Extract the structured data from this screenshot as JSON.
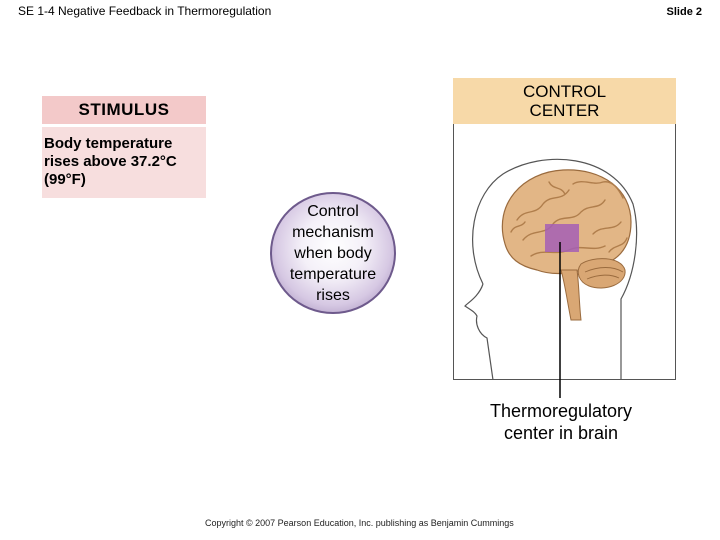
{
  "header": {
    "title": "SE 1-4 Negative Feedback in Thermoregulation",
    "slide": "Slide 2"
  },
  "stimulus": {
    "label": "STIMULUS",
    "description": "Body temperature\nrises above 37.2°C\n(99°F)"
  },
  "control_center": {
    "label": "CONTROL\nCENTER"
  },
  "mechanism": {
    "text": "Control\nmechanism\nwhen body\ntemperature\nrises"
  },
  "brain": {
    "label": "Thermoregulatory\ncenter in brain"
  },
  "footer": {
    "copyright": "Copyright © 2007 Pearson Education, Inc. publishing as Benjamin Cummings"
  },
  "colors": {
    "stimulus": "#f3c9c9",
    "control_center": "#f7d9a8",
    "mechanism": "#d6c8e3",
    "brain": "#e2b686",
    "hypothalamus": "#a45fb5"
  },
  "icons": {
    "brain": "brain-illustration",
    "head": "head-silhouette"
  }
}
